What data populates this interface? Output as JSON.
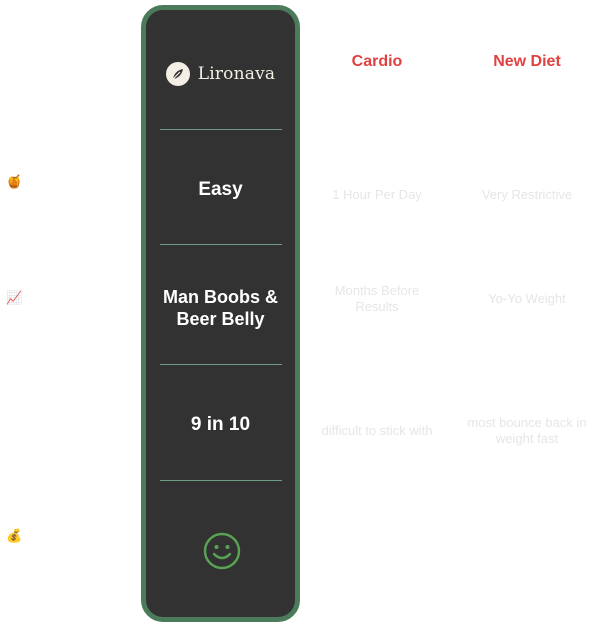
{
  "brand": {
    "name": "Lironava",
    "logo_icon": "leaf-icon"
  },
  "row_icons": [
    "honey-pot-icon",
    "chart-increasing-icon",
    "money-bag-icon"
  ],
  "featured": {
    "rows": [
      "Easy",
      "Man Boobs & Beer Belly",
      "9 in 10"
    ],
    "final_icon": "smiling-face-icon"
  },
  "columns": [
    {
      "header": "Cardio",
      "cells": [
        "1 Hour Per Day",
        "Months Before Results",
        "difficult to stick with"
      ]
    },
    {
      "header": "New Diet",
      "cells": [
        "Very Restrictive",
        "Yo-Yo Weight",
        "most bounce back in weight fast"
      ]
    }
  ],
  "colors": {
    "card_background": "#323232",
    "card_border": "#4b7b5a",
    "header_red": "#e04141",
    "smile_green": "#5aa354"
  }
}
